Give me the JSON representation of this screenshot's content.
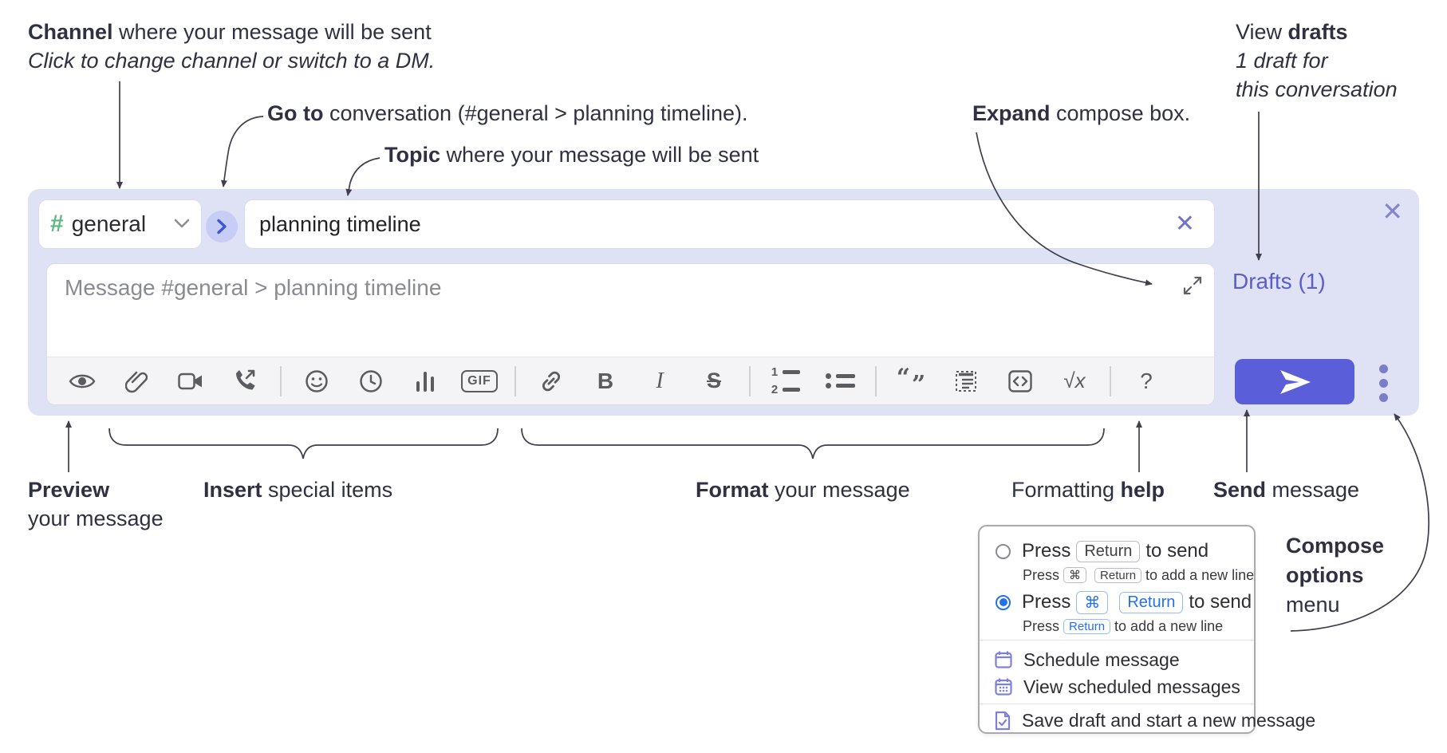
{
  "annotations": {
    "channel": {
      "bold": "Channel",
      "rest": " where your message will be sent",
      "line2": "Click to change channel or switch to a DM."
    },
    "goto": {
      "bold": "Go to",
      "rest": " conversation (#general > planning timeline)."
    },
    "topic": {
      "bold": "Topic",
      "rest": " where your message will be sent"
    },
    "expand": {
      "bold": "Expand",
      "rest": " compose box."
    },
    "drafts": {
      "pre": "View ",
      "bold": "drafts",
      "line2": "1 draft for",
      "line3": "this conversation"
    },
    "preview": {
      "bold": "Preview",
      "line2": "your message"
    },
    "insert": {
      "bold": "Insert",
      "rest": " special items"
    },
    "format": {
      "bold": "Format",
      "rest": " your message"
    },
    "formatting_help": {
      "pre": "Formatting ",
      "bold": "help"
    },
    "send": {
      "bold": "Send",
      "rest": " message"
    },
    "compose_options": {
      "bold1": "Compose",
      "bold2": "options",
      "line3": "menu"
    }
  },
  "composer": {
    "channel_name": "general",
    "channel_hash": "#",
    "topic_value": "planning timeline",
    "message_placeholder": "Message #general > planning timeline",
    "drafts_link": "Drafts (1)"
  },
  "toolbar": {
    "icons": [
      "preview-eye",
      "attach-paperclip",
      "video-camera",
      "audio-call",
      "emoji",
      "schedule-clock",
      "poll-chart",
      "gif",
      "link",
      "bold",
      "italic",
      "strikethrough",
      "numbered-list",
      "bulleted-list",
      "quote",
      "blockquote",
      "code-snippet",
      "math-formula",
      "formatting-help"
    ],
    "glyphs": {
      "bold": "B",
      "italic": "I",
      "strike": "S",
      "gif": "GIF",
      "math": "√x",
      "help": "?",
      "num1": "1",
      "num2": "2",
      "quote_open": "“",
      "quote_close": "”"
    }
  },
  "menu": {
    "option1": {
      "pre": "Press",
      "key1": "Return",
      "post": "to send",
      "sub_pre": "Press",
      "sub_key1": "⌘",
      "sub_key2": "Return",
      "sub_post": "to add a new line"
    },
    "option2": {
      "pre": "Press",
      "key1": "⌘",
      "key2": "Return",
      "post": "to send",
      "sub_pre": "Press",
      "sub_key1": "Return",
      "sub_post": "to add a new line"
    },
    "items": [
      {
        "label": "Schedule message"
      },
      {
        "label": "View scheduled messages"
      },
      {
        "label": "Save draft and start a new message"
      }
    ]
  },
  "colors": {
    "composer_bg": "#dfe2f4",
    "accent_purple": "#5a5ed8",
    "link_purple": "#5b5ec9",
    "hash_green": "#5cb87f",
    "key_blue": "#2570eb",
    "icon_gray": "#5b5c60"
  }
}
